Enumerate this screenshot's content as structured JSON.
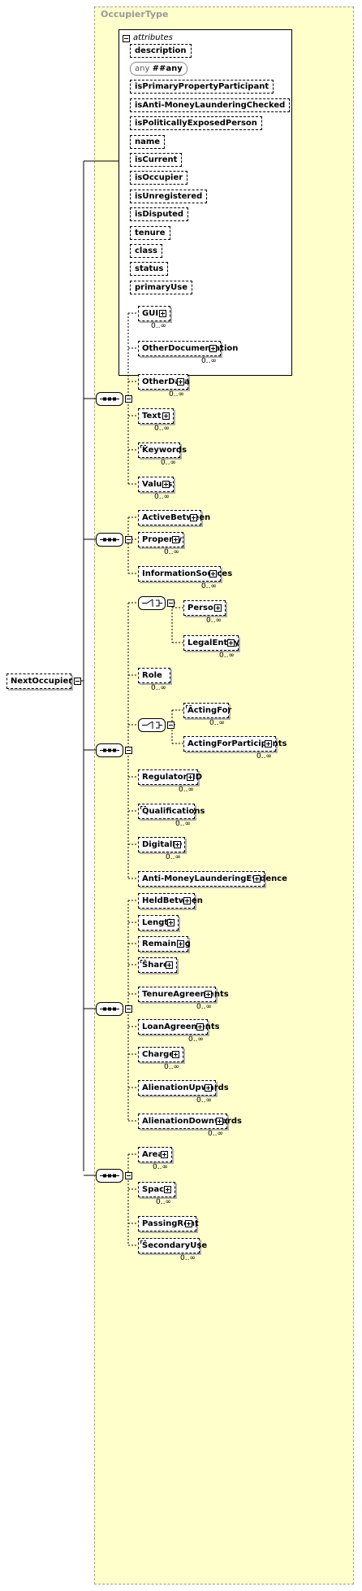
{
  "type_name": "OccupierType",
  "attributes_label": "attributes",
  "root_element": "NextOccupier",
  "attributes": [
    {
      "name": "description",
      "kind": "attr"
    },
    {
      "name": "##any",
      "prefix": "any",
      "kind": "any"
    },
    {
      "name": "isPrimaryPropertyParticipant",
      "kind": "attr"
    },
    {
      "name": "isAnti-MoneyLaunderingChecked",
      "kind": "attr"
    },
    {
      "name": "isPoliticallyExposedPerson",
      "kind": "attr"
    },
    {
      "name": "name",
      "kind": "attr"
    },
    {
      "name": "isCurrent",
      "kind": "attr"
    },
    {
      "name": "isOccupier",
      "kind": "attr"
    },
    {
      "name": "isUnregistered",
      "kind": "attr"
    },
    {
      "name": "isDisputed",
      "kind": "attr"
    },
    {
      "name": "tenure",
      "kind": "attr"
    },
    {
      "name": "class",
      "kind": "attr"
    },
    {
      "name": "status",
      "kind": "attr"
    },
    {
      "name": "primaryUse",
      "kind": "attr"
    }
  ],
  "sequences": [
    {
      "id": "seq-1",
      "elements": [
        {
          "name": "GUID",
          "expandable": true,
          "cardinality": "0..∞"
        },
        {
          "name": "OtherDocumentation",
          "expandable": true,
          "cardinality": "0..∞"
        },
        {
          "name": "OtherData",
          "expandable": true,
          "cardinality": "0..∞"
        },
        {
          "name": "Text",
          "expandable": true,
          "cardinality": "0..∞"
        },
        {
          "name": "Keywords",
          "expandable": false,
          "multi": true,
          "cardinality": "0..∞"
        },
        {
          "name": "Values",
          "expandable": true,
          "cardinality": "0..∞"
        }
      ]
    },
    {
      "id": "seq-2",
      "elements": [
        {
          "name": "ActiveBetween",
          "expandable": true,
          "cardinality": ""
        },
        {
          "name": "Property",
          "expandable": true,
          "cardinality": "0..∞"
        },
        {
          "name": "InformationSources",
          "expandable": true,
          "cardinality": "0..∞"
        }
      ]
    },
    {
      "id": "seq-3",
      "elements": [
        {
          "name": "Person",
          "expandable": true,
          "cardinality": "0..∞",
          "choice": 1
        },
        {
          "name": "LegalEntity",
          "expandable": true,
          "cardinality": "0..∞",
          "choice": 1
        },
        {
          "name": "Role",
          "expandable": false,
          "cardinality": "0..∞"
        },
        {
          "name": "ActingFor",
          "expandable": false,
          "multi": true,
          "cardinality": "0..∞",
          "choice": 2
        },
        {
          "name": "ActingForParticipants",
          "expandable": true,
          "cardinality": "0..∞",
          "choice": 2
        },
        {
          "name": "RegulatoryID",
          "expandable": true,
          "cardinality": "0..∞"
        },
        {
          "name": "Qualifications",
          "expandable": false,
          "multi": true,
          "cardinality": "0..∞"
        },
        {
          "name": "DigitalID",
          "expandable": true,
          "cardinality": "0..∞"
        },
        {
          "name": "Anti-MoneyLaunderingEvidence",
          "expandable": true,
          "cardinality": ""
        }
      ]
    },
    {
      "id": "seq-4",
      "elements": [
        {
          "name": "HeldBetween",
          "expandable": true,
          "cardinality": ""
        },
        {
          "name": "Length",
          "expandable": true,
          "cardinality": ""
        },
        {
          "name": "Remaining",
          "expandable": true,
          "cardinality": ""
        },
        {
          "name": "Share",
          "expandable": true,
          "multi": true,
          "cardinality": ""
        },
        {
          "name": "TenureAgreements",
          "expandable": true,
          "cardinality": "0..∞"
        },
        {
          "name": "LoanAgreements",
          "expandable": true,
          "cardinality": "0..∞"
        },
        {
          "name": "Charges",
          "expandable": true,
          "cardinality": "0..∞"
        },
        {
          "name": "AlienationUpwards",
          "expandable": true,
          "cardinality": "0..∞"
        },
        {
          "name": "AlienationDownwards",
          "expandable": true,
          "cardinality": "0..∞"
        }
      ]
    },
    {
      "id": "seq-5",
      "elements": [
        {
          "name": "Area",
          "expandable": true,
          "cardinality": "0..∞"
        },
        {
          "name": "Space",
          "expandable": true,
          "cardinality": "0..∞"
        },
        {
          "name": "PassingRent",
          "expandable": true,
          "cardinality": ""
        },
        {
          "name": "SecondaryUse",
          "expandable": false,
          "multi": true,
          "cardinality": "0..∞"
        }
      ]
    }
  ]
}
